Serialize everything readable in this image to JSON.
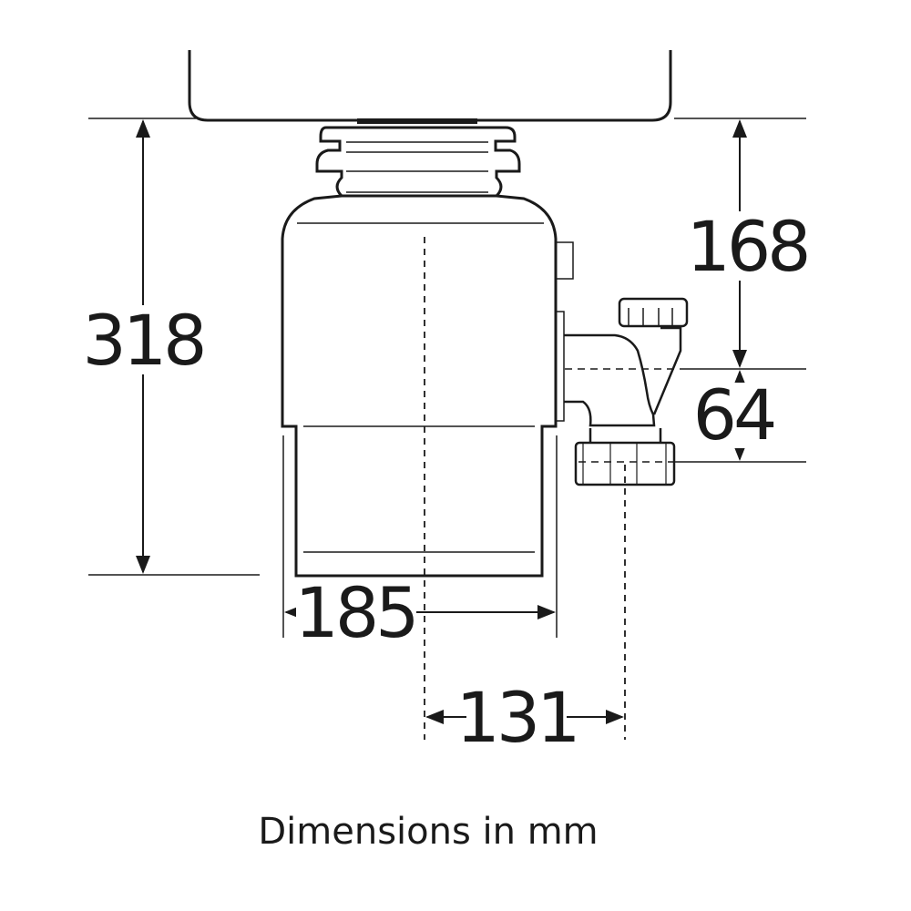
{
  "dimensions": {
    "height_total": "318",
    "top_to_outlet": "168",
    "outlet_drop": "64",
    "body_width": "185",
    "outlet_offset": "131"
  },
  "caption": "Dimensions in mm",
  "colors": {
    "line": "#1a1a1a",
    "background": "#ffffff"
  }
}
